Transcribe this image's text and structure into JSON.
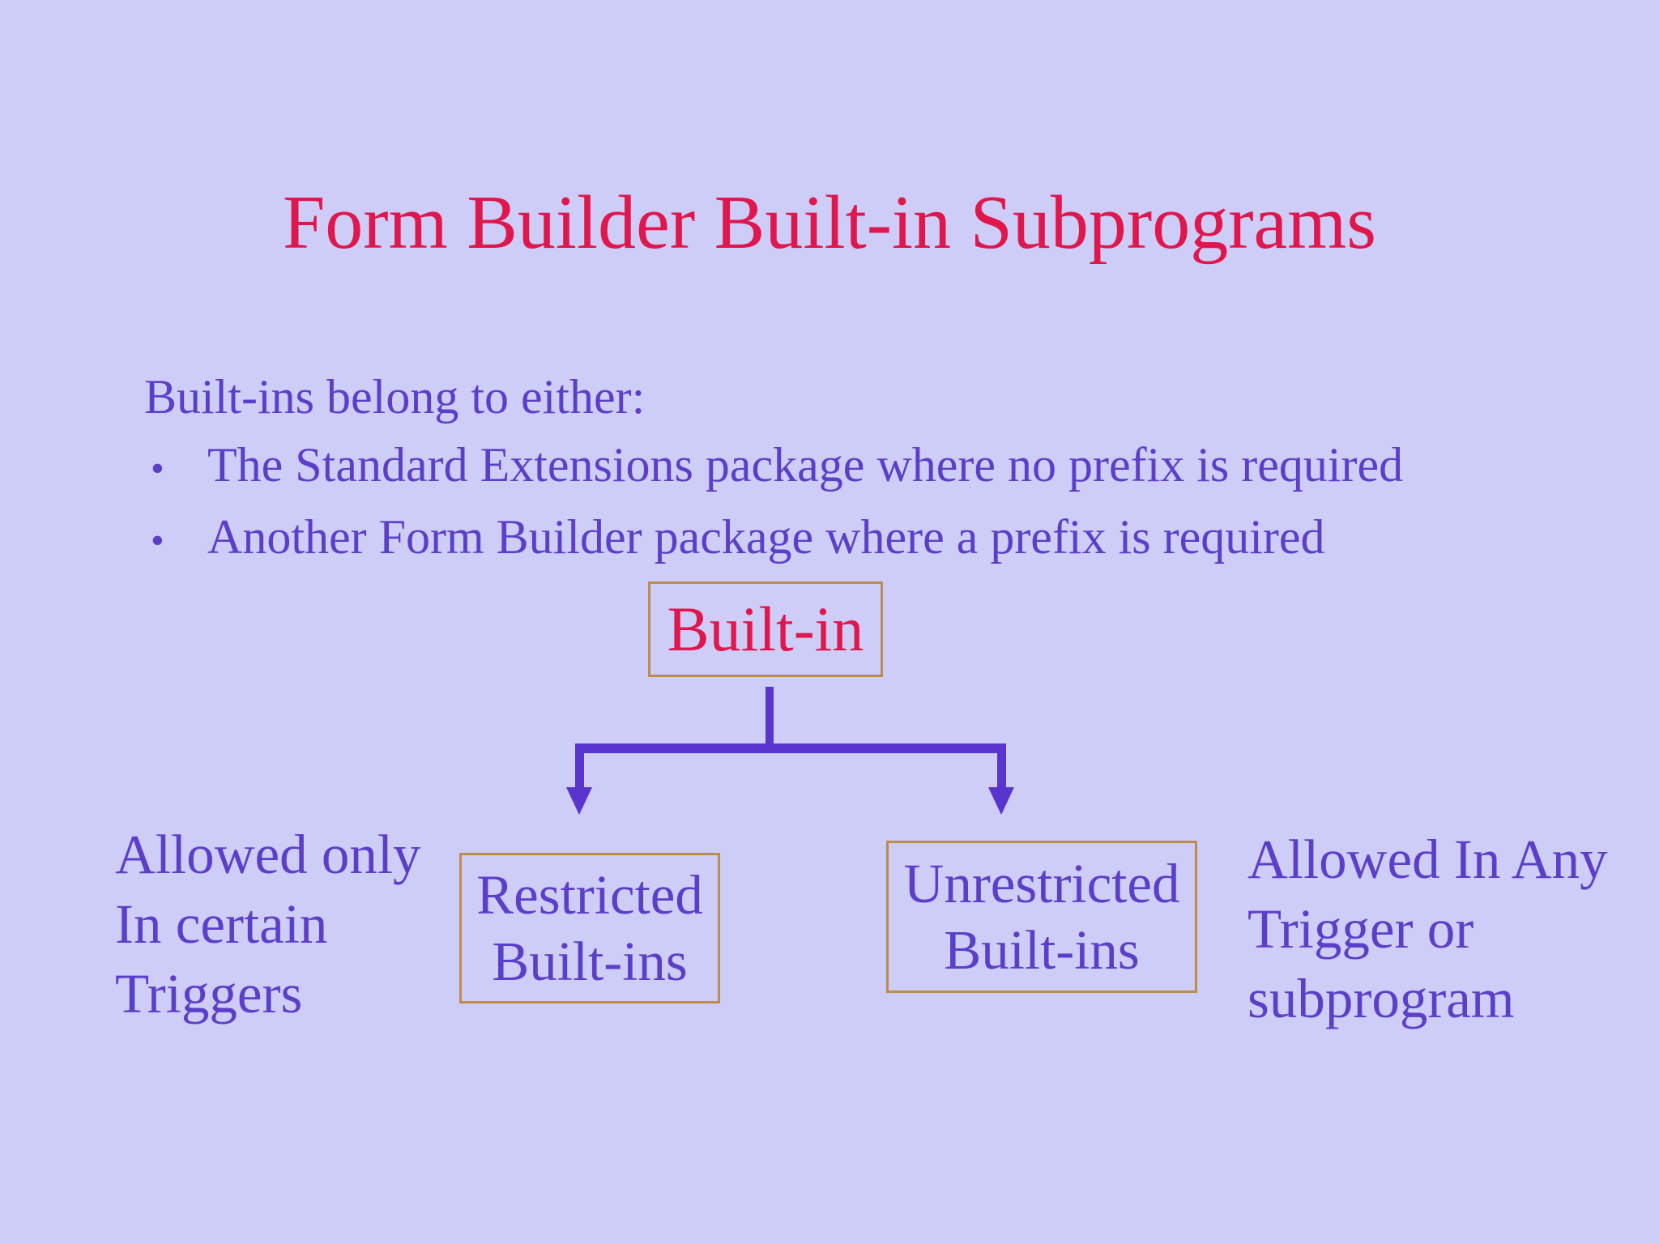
{
  "slide": {
    "title": "Form Builder Built-in Subprograms",
    "intro": "Built-ins belong to either:",
    "bullet_marker": "•",
    "bullets": [
      {
        "text": "The Standard Extensions package where no prefix is required"
      },
      {
        "text": "Another Form Builder package where a prefix is required"
      }
    ]
  },
  "diagram": {
    "root": {
      "label": "Built-in"
    },
    "children": [
      {
        "line1": "Restricted",
        "line2": "Built-ins"
      },
      {
        "line1": "Unrestricted",
        "line2": "Built-ins"
      }
    ],
    "left_note": {
      "line1": "Allowed only",
      "line2": "In certain",
      "line3": "Triggers"
    },
    "right_note": {
      "line1": "Allowed In Any",
      "line2": "Trigger or",
      "line3": "subprogram"
    }
  },
  "colors": {
    "background": "#CDCDF8",
    "title_red": "#E0174C",
    "body_purple": "#5C3FC9",
    "connector_violet": "#5A34CF",
    "box_border_orange": "#BC8C4B"
  }
}
